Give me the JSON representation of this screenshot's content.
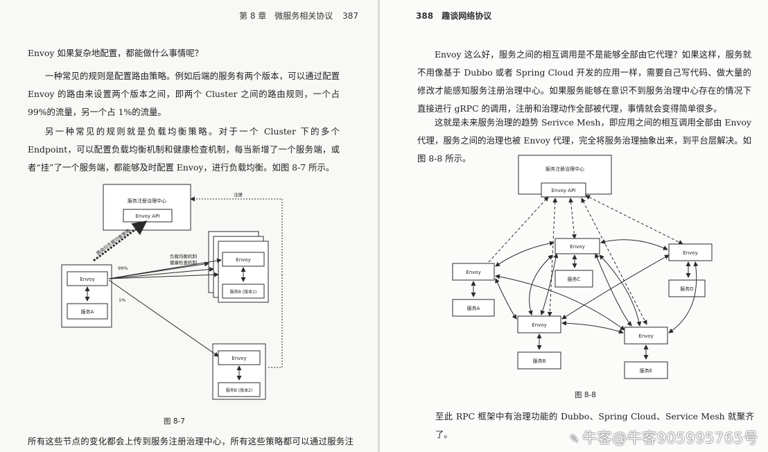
{
  "left_page": {
    "header_title": "第 8 章　微服务相关协议",
    "page_number": "387",
    "paragraphs": [
      "Envoy 如果复杂地配置，都能做什么事情呢？",
      "一种常见的规则是配置路由策略。例如后端的服务有两个版本，可以通过配置 Envoy 的路由来设置两个版本之间，即两个 Cluster 之间的路由规则，一个占 99%的流量，另一个占 1%的流量。",
      "另一种常见的规则就是负载均衡策略。对于一个 Cluster 下的多个 Endpoint，可以配置负载均衡机制和健康检查机制，每当新增了一个服务端，或者“挂”了一个服务端，都能够及时配置 Envoy，进行负载均衡。如图 8-7 所示。",
      "所有这些节点的变化都会上传到服务注册治理中心，所有这些策略都可以通过服务注册治"
    ],
    "figure": {
      "caption": "图 8-7",
      "registry_label": "服务注册治理中心",
      "envoy_api_label": "Envoy API",
      "register_label": "注册",
      "route_lb_label": "路由均负载均衡策略",
      "lb_label_1": "负载均衡机制",
      "lb_label_2": "健康检查机制",
      "pct_99": "99%",
      "pct_1": "1%",
      "envoy_label": "Envoy",
      "service_a": "服务A",
      "service_b_v1": "服务B (版本1)",
      "service_b_v2": "服务B (版本2)"
    }
  },
  "right_page": {
    "page_number": "388",
    "header_title": "趣谈网络协议",
    "paragraphs": [
      "Envoy 这么好，服务之间的相互调用是不是能够全部由它代理？如果这样，服务就不用像基于 Dubbo 或者 Spring Cloud 开发的应用一样，需要自己写代码、做大量的修改才能感知服务注册治理中心。如果服务能够在意识不到服务治理中心存在的情况下直接进行 gRPC 的调用，注册和治理动作全部被代理，事情就会变得简单很多。",
      "这就是未来服务治理的趋势 Serivce Mesh，即应用之间的相互调用全部由 Envoy 代理，服务之间的治理也被 Envoy 代理，完全将服务治理抽象出来，到平台层解决。如图 8-8 所示。",
      "至此 RPC 框架中有治理功能的 Dubbo、Spring Cloud、Service Mesh 就聚齐了。"
    ],
    "figure": {
      "caption": "图 8-8",
      "registry_label": "服务注册治理中心",
      "envoy_api_label": "Envoy API",
      "envoy_label": "Envoy",
      "service_a": "服务A",
      "service_b": "服务B",
      "service_c": "服务C",
      "service_d": "服务D",
      "service_e": "服务E"
    }
  },
  "watermark": "牛客@牛客905995765号",
  "colors": {
    "line": "#2a2a2a",
    "paper": "#f8f8f6",
    "gutter": "#d9d9d6"
  }
}
